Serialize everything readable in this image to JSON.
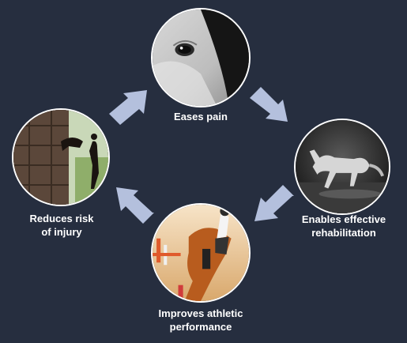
{
  "cycle": {
    "background": "#262e3f",
    "arrow_color": "#b4c0dd",
    "steps": [
      {
        "label": "Eases pain",
        "image": "horse-eye-closeup"
      },
      {
        "label": "Enables effective\nrehabilitation",
        "image": "galloping-horse"
      },
      {
        "label": "Improves athletic\nperformance",
        "image": "jumping-rider"
      },
      {
        "label": "Reduces risk\nof injury",
        "image": "horse-in-stable"
      }
    ]
  }
}
